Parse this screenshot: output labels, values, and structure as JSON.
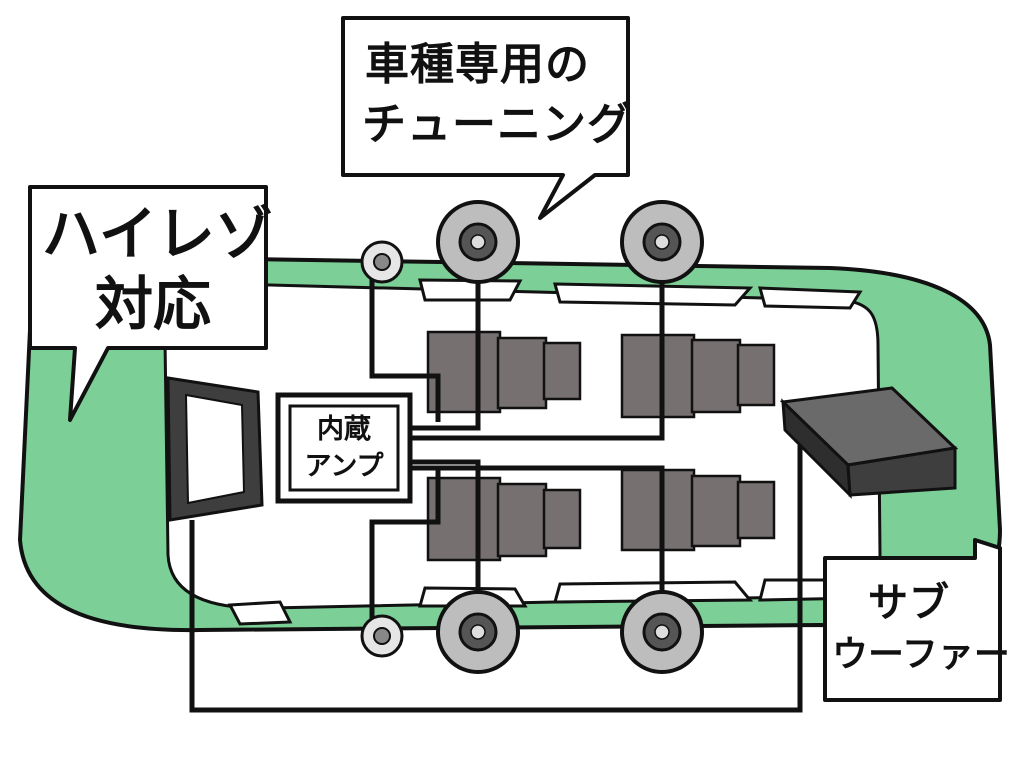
{
  "labels": {
    "tuning_line1": "車種専用の",
    "tuning_line2": "チューニング",
    "hires_line1": "ハイレゾ",
    "hires_line2": "対応",
    "amp_line1": "内蔵",
    "amp_line2": "アンプ",
    "sub_line1": "サブ",
    "sub_line2": "ウーファー"
  },
  "colors": {
    "car_body": "#7ccf96",
    "outline": "#111111",
    "seat": "#767071",
    "speaker_cone": "#bdbdbd",
    "subwoofer": "#3e3e3e",
    "callout_fill": "#ffffff"
  }
}
